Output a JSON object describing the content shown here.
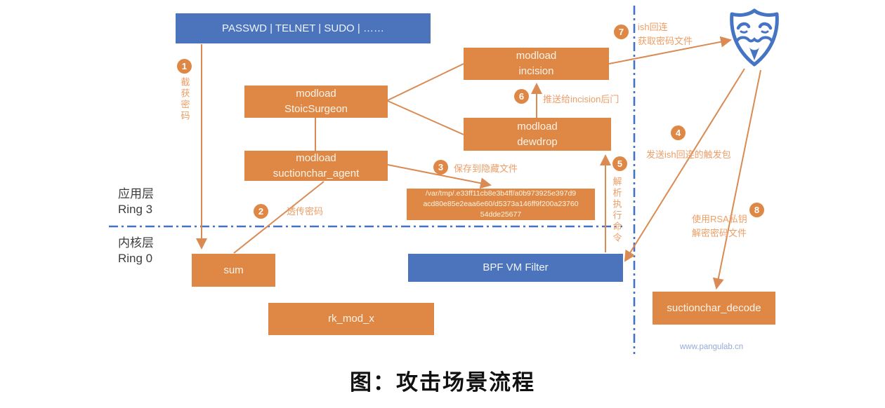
{
  "title": "图：攻击场景流程",
  "watermark": "www.pangulab.cn",
  "layers": {
    "app": "应用层\nRing 3",
    "kernel": "内核层\nRing 0"
  },
  "nodes": {
    "passwd": "PASSWD | TELNET | SUDO | ……",
    "stoic_surgeon": "modload\nStoicSurgeon",
    "incision": "modload\nincision",
    "dewdrop": "modload\ndewdrop",
    "suctionchar_agent": "modload\nsuctionchar_agent",
    "hidden_file_path": "/var/tmp/.e33ff11cb8e3b4ff/a0b973925e397d9\nacd80e85e2eaa6e60/d5373a146ff9f200a23760\n54dde25677",
    "sum": "sum",
    "bpf_vm_filter": "BPF VM Filter",
    "rk_mod_x": "rk_mod_x",
    "suctionchar_decode": "suctionchar_decode"
  },
  "steps": {
    "s1": {
      "num": "1",
      "label": "截获密码"
    },
    "s2": {
      "num": "2",
      "label": "透传密码"
    },
    "s3": {
      "num": "3",
      "label": "保存到隐藏文件"
    },
    "s4": {
      "num": "4",
      "label": "发送ish回连的触发包"
    },
    "s5": {
      "num": "5",
      "label": "解析执行命令"
    },
    "s6": {
      "num": "6",
      "label": "推送给incision后门"
    },
    "s7": {
      "num": "7",
      "label": "ish回连\n获取密码文件"
    },
    "s8": {
      "num": "8",
      "label": "使用RSA私钥\n解密密码文件"
    }
  },
  "icons": {
    "attacker": "anonymous-mask-icon"
  },
  "colors": {
    "box_orange": "#DF8845",
    "box_blue": "#4B74BD",
    "annotation_orange": "#EC9E66",
    "connector_orange": "#D98B53",
    "divider_blue": "#4472C4",
    "watermark_blue": "#93ACD7",
    "title_black": "#111111"
  }
}
